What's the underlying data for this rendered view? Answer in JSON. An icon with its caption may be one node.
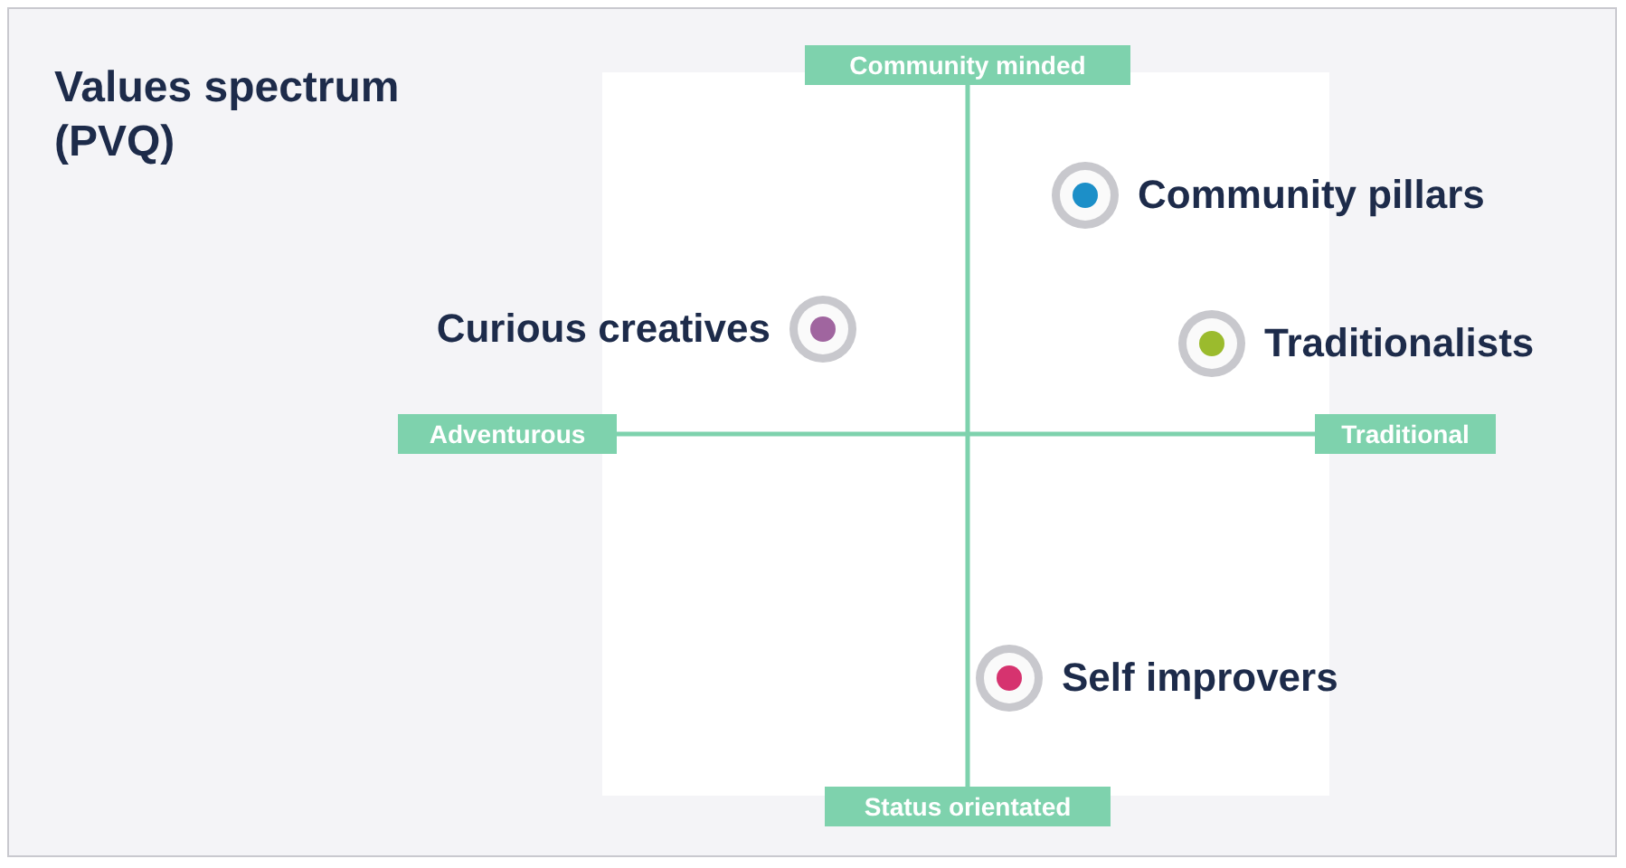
{
  "diagram": {
    "title": "Values spectrum (PVQ)",
    "nodes": [
      {
        "text": [
          "Community minded"
        ]
      },
      {
        "text": [
          "Adventurous"
        ]
      },
      {
        "text": [
          "Traditional"
        ]
      },
      {
        "text": [
          "Status orientated"
        ]
      },
      {
        "text": [],
        "shape": "circle",
        "beside": [
          "Community pillars"
        ]
      },
      {
        "text": [],
        "shape": "circle",
        "beside": [
          "Curious creatives"
        ]
      },
      {
        "text": [],
        "shape": "circle",
        "beside": [
          "Traditionalists"
        ]
      },
      {
        "text": [],
        "shape": "circle",
        "beside": [
          "Self improvers"
        ]
      }
    ],
    "edges": [
      {
        "from": 0,
        "to": 3,
        "arrow": "none"
      },
      {
        "from": 1,
        "to": 2,
        "arrow": "none"
      }
    ]
  }
}
